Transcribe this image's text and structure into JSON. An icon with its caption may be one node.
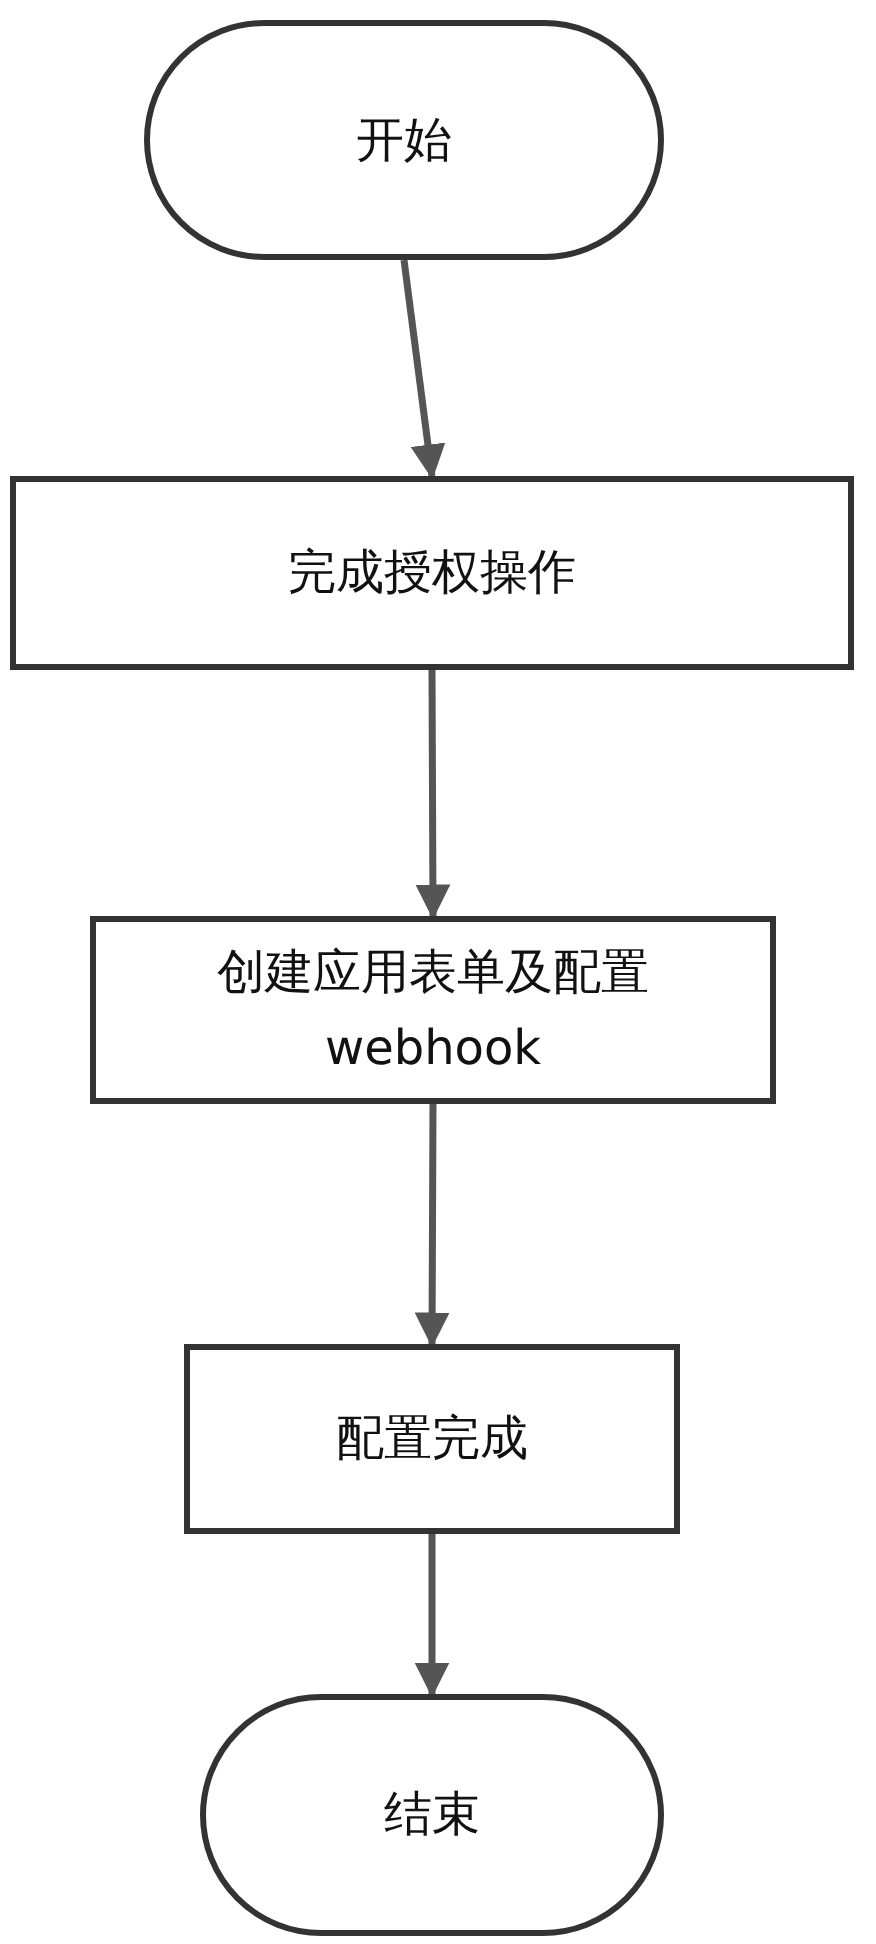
{
  "diagram": {
    "nodes": [
      {
        "text": [
          "开始"
        ]
      },
      {
        "text": [
          "完成授权操作"
        ]
      },
      {
        "text": [
          "创建应用表单及配置webhook"
        ]
      },
      {
        "text": [
          "配置完成"
        ]
      },
      {
        "text": [
          "结束"
        ]
      }
    ],
    "edges": [
      {
        "from": 0,
        "to": 1,
        "arrow": "to"
      },
      {
        "from": 1,
        "to": 2,
        "arrow": "to"
      },
      {
        "from": 2,
        "to": 3,
        "arrow": "to"
      },
      {
        "from": 3,
        "to": 4,
        "arrow": "to"
      }
    ]
  }
}
